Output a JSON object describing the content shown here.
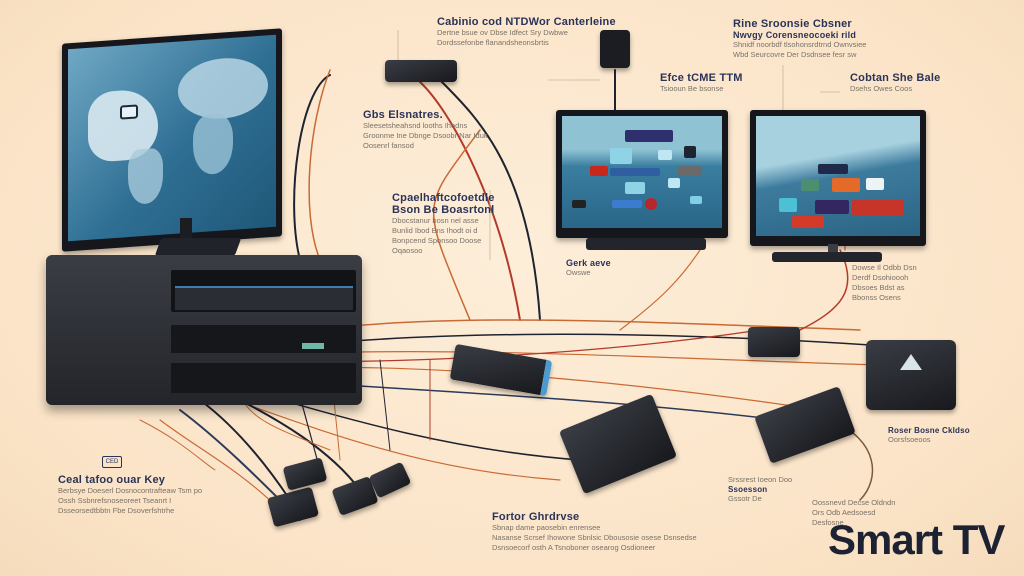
{
  "title": "Smart TV",
  "labels": {
    "top_center": {
      "title": "Cabinio cod NTDWor Canterleine",
      "lines": [
        "Dertne bsue ov Dbse Idfect Sry Dwbwe",
        "Dordssefonbe flanandsheonsbrtis"
      ]
    },
    "top_right": {
      "title": "Rine Sroonsie Cbsner",
      "subtitle": "Nwvgy Corensneocoeki rild",
      "lines": [
        "Shnidf noorbdf tlsohonsrdtrnd Ownvsiee",
        "Wbd Seurcovre Der Dsdnsee fesr sw"
      ]
    },
    "center_upper": {
      "title": "Gbs Elsnatres.",
      "lines": [
        "Sleesetsheahsnd looths Ihodns",
        "Groonme Ine Dbnge Dsoobr Nar Iduk",
        "Oosenrl fansod"
      ]
    },
    "center_mid": {
      "title": "Cpaelhaftcofoetdle",
      "subtitle": "Bson Be Boasrtonl",
      "lines": [
        "Dbocstanur bosn nel asse",
        "Bunlid Ibod Bns Ihodt oi d",
        "Bonpcend Sponsoo Doose",
        "Oqaosoo"
      ]
    },
    "tv_middle": {
      "title": "Efce tCME TTM",
      "lines": [
        "Tsiooun Be bsonse"
      ]
    },
    "tv_right": {
      "title": "Cobtan She Bale",
      "lines": [
        "Dsehs Owes Coos"
      ]
    },
    "tv_middle_below": {
      "title": "Gerk aeve",
      "lines": [
        "Owswe"
      ]
    },
    "right_side": {
      "lines": [
        "Dowse Il Odbb Dsn",
        "Derdf Dsohioooh",
        "Dbsoes Bdst as",
        "Bbonss Osens"
      ]
    },
    "bottom_left": {
      "icon_text": "CED",
      "title": "Ceal tafoo ouar Key",
      "lines": [
        "Berbsye Doeserl Dosnocontrafteaw Tsm po",
        "Ossh Ssbnrefsnoseoreet Tseanrt I",
        "Dsseorsedtbbtn Fbe Dsoverfshtrhe"
      ]
    },
    "bottom_center": {
      "title": "Fortor Ghrdrvse",
      "lines": [
        "Sbnap dame paosebin enrensee",
        "Nasanse Scrsef Ihowone Sbnlsic Dbousosie osese Dsnsedse",
        "Dsnsoecorf osth A Tsnoboner osearog Osdioneer"
      ]
    },
    "mid_right_device": {
      "title": "Ssoesson",
      "lines": [
        "Srssrest Ioeon Doo",
        "Gssotr De"
      ]
    },
    "bottom_right": {
      "title": "Roser Bosne Ckldso",
      "lines": [
        "Oorsfsoeoos"
      ]
    },
    "brand_area": {
      "lines": [
        "Oossnevd Decse Oldndn",
        "Ors Odb Aedsoesd",
        "Desfosne"
      ]
    }
  },
  "colors": {
    "background": "#fbe6cc",
    "label_title": "#2a3358",
    "label_text": "#7a7268",
    "cable_orange": "#c96a34",
    "cable_dark": "#1f2330",
    "cable_red": "#b33a2a",
    "screen_blue": "#2f6f94"
  }
}
